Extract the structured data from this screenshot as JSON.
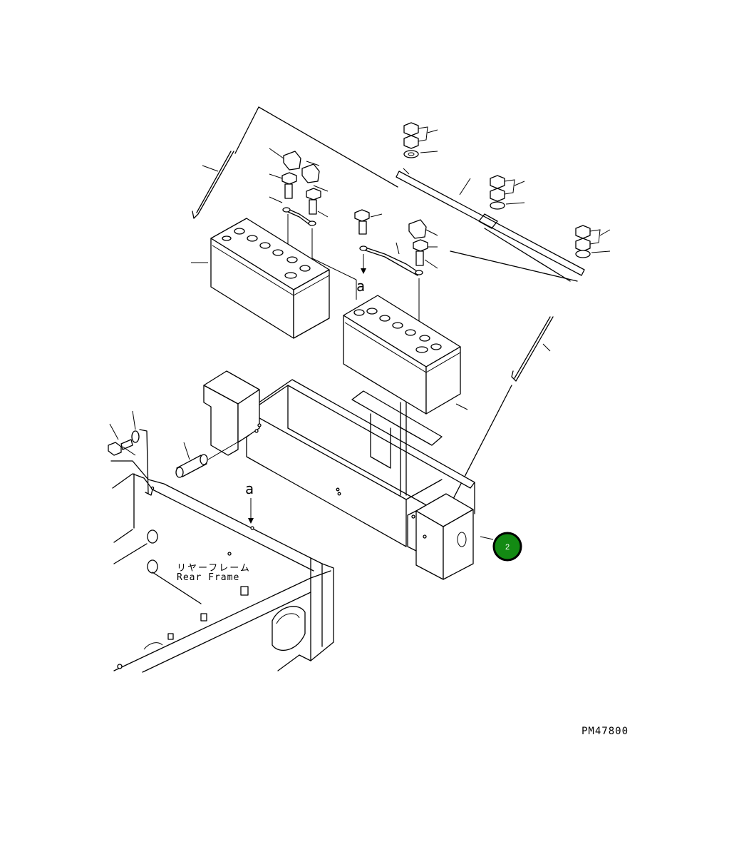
{
  "labels": {
    "view_mark_top": "a",
    "view_mark_bottom": "a",
    "frame_label_jp": "リヤーフレーム",
    "frame_label_en": "Rear Frame",
    "drawing_number": "PM47800"
  },
  "callouts": [
    {
      "number": "2",
      "color": "#138a13"
    }
  ],
  "colors": {
    "line": "#000000",
    "background": "#ffffff",
    "callout_fill": "#138a13",
    "callout_ring": "#000000"
  }
}
